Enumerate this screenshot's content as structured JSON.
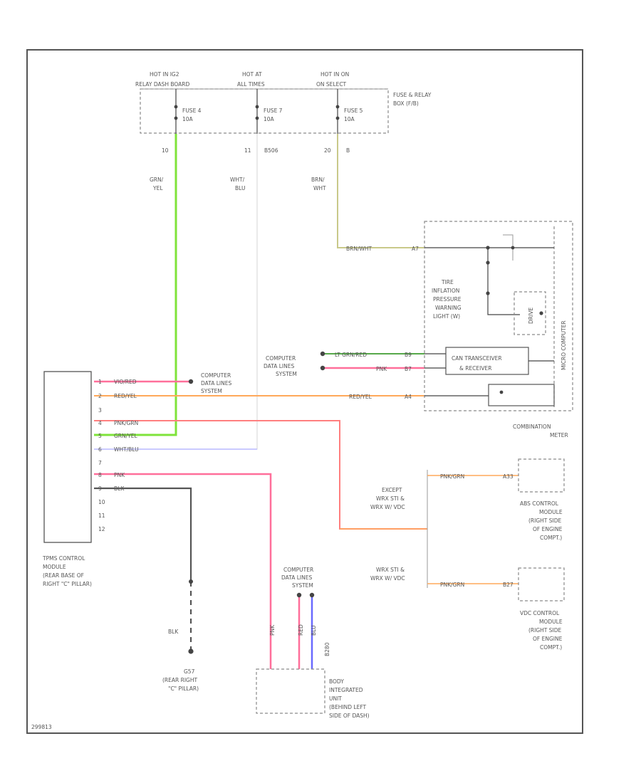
{
  "colors": {
    "grn_yel": "#7fe33a",
    "wht_blu": "#b8b8ff",
    "brn_wht": "#c9c98a",
    "lt_grn_red": "#56a84a",
    "pnk": "#ff6f9a",
    "red_yel": "#ffa85a",
    "pnk_grn": "#ff7f7f",
    "blk": "#555555",
    "blu": "#6a6aff",
    "frame": "#555555"
  },
  "fuse_box": {
    "relays": [
      "HOT IN IG2",
      "HOT AT",
      "HOT IN ON"
    ],
    "relay_subs": [
      "RELAY DASH BOARD",
      "ALL TIMES",
      "ON SELECT"
    ],
    "fuses": [
      "FUSE 4",
      "FUSE 7",
      "FUSE 5"
    ],
    "ratings": [
      "10A",
      "10A",
      "10A"
    ],
    "label": [
      "FUSE & RELAY",
      "BOX (F/B)"
    ],
    "pins": [
      "10",
      "11",
      "20"
    ],
    "pin_notes": [
      "B506",
      "B"
    ]
  },
  "wire_labels": {
    "grn_yel": [
      "GRN/",
      "YEL"
    ],
    "wht_blu": [
      "WHT/",
      "BLU"
    ],
    "brn_wht": [
      "BRN/",
      "WHT"
    ],
    "brn_wht_h": "BRN/WHT",
    "lt_grn_red": "LT GRN/RED",
    "pnk": "PNK",
    "red_yel": "RED/YEL",
    "pnk_grn": "PNK/GRN",
    "blk": "BLK"
  },
  "tpms": {
    "pins": [
      "1",
      "2",
      "3",
      "4",
      "5",
      "6",
      "7",
      "8",
      "9",
      "10",
      "11",
      "12"
    ],
    "wires": [
      "VIO/RED",
      "RED/YEL",
      "PNK/GRN",
      "GRN/YEL",
      "WHT/BLU",
      "PNK",
      "BLK"
    ],
    "label": [
      "TPMS CONTROL",
      "MODULE",
      "(REAR BASE OF",
      "RIGHT \"C\" PILLAR)"
    ]
  },
  "computer_data_lines": [
    "COMPUTER",
    "DATA LINES",
    "SYSTEM"
  ],
  "meter": {
    "warning_light": [
      "TIRE",
      "INFLATION",
      "PRESSURE",
      "WARNING",
      "LIGHT (W)"
    ],
    "can_box": [
      "CAN TRANSCEIVER",
      "& RECEIVER"
    ],
    "side": "MICRO COMPUTER",
    "drive_box": "DRIVE",
    "pins": [
      "A7",
      "B9",
      "B7",
      "A4"
    ],
    "label": [
      "COMBINATION",
      "METER"
    ]
  },
  "branches": {
    "except": [
      "EXCEPT",
      "WRX STI &",
      "WRX W/ VDC"
    ],
    "wrx": [
      "WRX STI &",
      "WRX W/ VDC"
    ]
  },
  "abs": {
    "pins": [
      "A33",
      "B27"
    ],
    "label": [
      "ABS CONTROL",
      "MODULE",
      "(RIGHT SIDE",
      "OF ENGINE",
      "COMPT.)"
    ],
    "vdc_label": [
      "VDC CONTROL",
      "MODULE",
      "(RIGHT SIDE",
      "OF ENGINE",
      "COMPT.)"
    ]
  },
  "ground": [
    "G57",
    "(REAR RIGHT",
    "\"C\" PILLAR)"
  ],
  "biu": {
    "label": [
      "BODY",
      "INTEGRATED",
      "UNIT",
      "(BEHIND LEFT",
      "SIDE OF DASH)"
    ],
    "pin_note": "B280",
    "wire_labels": [
      "PNK",
      "RED",
      "BLU"
    ]
  },
  "footer_code": "299813"
}
